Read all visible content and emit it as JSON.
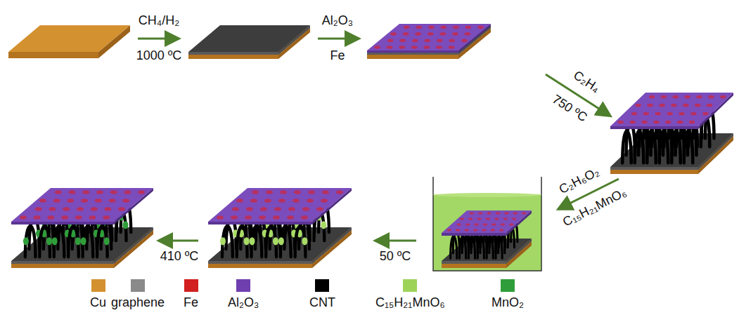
{
  "diagram": {
    "labels": [
      "CH₄/H₂",
      "1000 ºC",
      "Al₂O₃",
      "Fe",
      "C₂H₄",
      "750 ºC",
      "C₂H₆O₂",
      "C₁₅H₂₁MnO₆",
      "50 ºC",
      "410 ºC"
    ],
    "legend": [
      {
        "text": "Cu",
        "color": "#d4912f"
      },
      {
        "text": "graphene",
        "color": "#8a8a8a"
      },
      {
        "text": "Fe",
        "color": "#d21f1f"
      },
      {
        "text": "Al₂O₃",
        "color": "#6f3fb0"
      },
      {
        "text": "CNT",
        "color": "#000000"
      },
      {
        "text": "C₁₅H₂₁MnO₆",
        "color": "#9ed35a"
      },
      {
        "text": "MnO₂",
        "color": "#2f9e3a"
      }
    ]
  }
}
